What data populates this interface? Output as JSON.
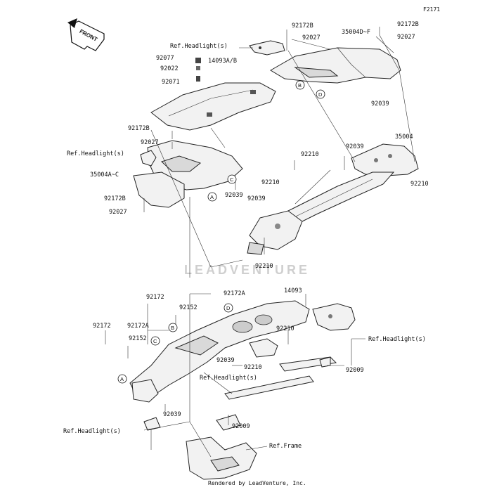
{
  "figure_id": "F2171",
  "front_label": "FRONT",
  "watermark": "LEADVENTURE",
  "credit": "Rendered by LeadVenture, Inc.",
  "labels": {
    "l_92172B_top": "92172B",
    "l_92027_top": "92027",
    "l_35004D_F": "35004D~F",
    "l_92172B_tr": "92172B",
    "l_92027_tr": "92027",
    "l_ref_headlight_top": "Ref.Headlight(s)",
    "l_92077": "92077",
    "l_92022": "92022",
    "l_14093AB": "14093A/B",
    "l_92071": "92071",
    "l_92039_upper": "92039",
    "l_92172B_left": "92172B",
    "l_92027_left": "92027",
    "l_ref_headlight_left": "Ref.Headlight(s)",
    "l_35004A_C": "35004A~C",
    "l_92172B_left2": "92172B",
    "l_92027_left2": "92027",
    "l_35004": "35004",
    "l_92039_right": "92039",
    "l_92210_a": "92210",
    "l_92210_b": "92210",
    "l_92039_mid": "92039",
    "l_92210_c": "92210",
    "l_92039_c": "92039",
    "l_92210_bottom_up": "92210",
    "l_92172_a": "92172",
    "l_92172A_a": "92172A",
    "l_14093": "14093",
    "l_92152_a": "92152",
    "l_92172_b": "92172",
    "l_92172A_b": "92172A",
    "l_92152_b": "92152",
    "l_92210_d": "92210",
    "l_ref_headlight_r": "Ref.Headlight(s)",
    "l_92039_d": "92039",
    "l_92210_e": "92210",
    "l_92009_a": "92009",
    "l_ref_headlight_mid": "Ref.Headlight(s)",
    "l_92039_e": "92039",
    "l_ref_headlight_bl": "Ref.Headlight(s)",
    "l_92009_b": "92009",
    "l_ref_frame": "Ref.Frame"
  },
  "callouts": {
    "A": "A",
    "B": "B",
    "C": "C",
    "D": "D"
  }
}
